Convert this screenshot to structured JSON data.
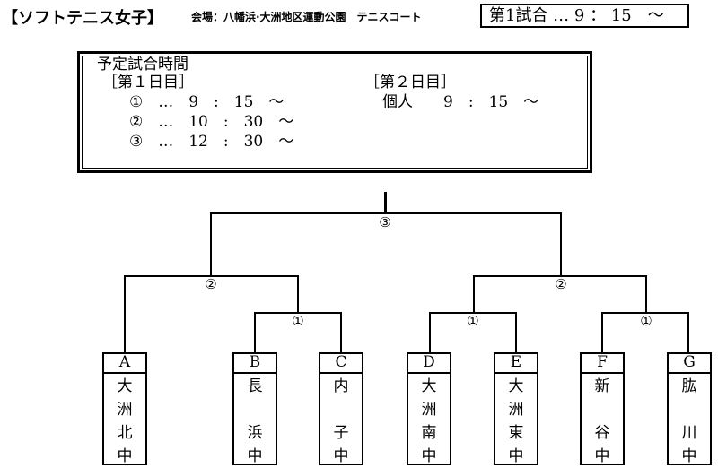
{
  "header": {
    "title": "【ソフトテニス女子】",
    "venue": "会場：八幡浜·大洲地区運動公園　テニスコート",
    "first_match": "第1試合 … 9 ： 15　～"
  },
  "schedule": {
    "heading": "予定試合時間",
    "day1_label": "［第１日目］",
    "day1_items": [
      "①　…　9　:　15　～",
      "②　…　10　:　30　～",
      "③　…　12　:　30　～"
    ],
    "day2_label": "［第２日目］",
    "day2_items": [
      "個人　　9　:　15　～"
    ]
  },
  "bracket": {
    "round_labels": {
      "final": "③",
      "semi_left": "②",
      "semi_right": "②",
      "first_bc": "①",
      "first_de": "①",
      "first_fg": "①"
    },
    "teams": [
      {
        "letter": "A",
        "chars": [
          "大",
          "洲",
          "北",
          "中"
        ]
      },
      {
        "letter": "B",
        "chars": [
          "長",
          "",
          "浜",
          "中"
        ]
      },
      {
        "letter": "C",
        "chars": [
          "内",
          "",
          "子",
          "中"
        ]
      },
      {
        "letter": "D",
        "chars": [
          "大",
          "洲",
          "南",
          "中"
        ]
      },
      {
        "letter": "E",
        "chars": [
          "大",
          "洲",
          "東",
          "中"
        ]
      },
      {
        "letter": "F",
        "chars": [
          "新",
          "",
          "谷",
          "中"
        ]
      },
      {
        "letter": "G",
        "chars": [
          "肱",
          "",
          "川",
          "中"
        ]
      }
    ]
  }
}
